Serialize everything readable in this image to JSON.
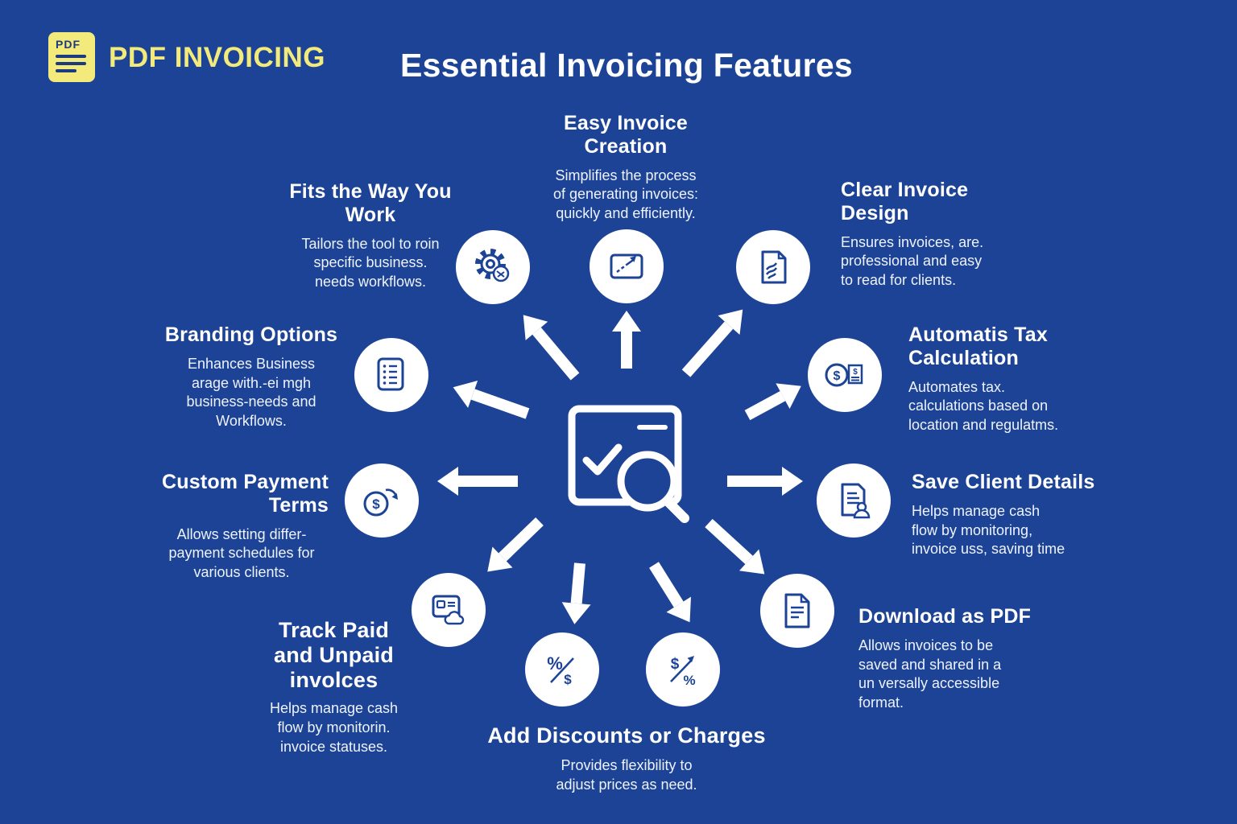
{
  "colors": {
    "background": "#1d4396",
    "accent_yellow": "#f3ea7c",
    "icon_blue": "#1d4396",
    "white": "#ffffff"
  },
  "header": {
    "logo_label": "PDF",
    "brand": "PDF INVOICING",
    "title": "Essential Invoicing Features"
  },
  "icons": {
    "center": "invoice-search-icon",
    "list": [
      "gear-icon",
      "invoice-edit-icon",
      "document-design-icon",
      "tax-calculator-icon",
      "client-document-icon",
      "pdf-document-icon",
      "discount-arrow-icon",
      "discount-percent-icon",
      "track-payments-cloud-icon",
      "payment-refresh-icon",
      "checklist-icon"
    ]
  },
  "features": [
    {
      "key": "easy-invoice-creation",
      "title": "Easy Invoice\nCreation",
      "desc": "Simplifies the process\nof generating invoices:\nquickly and efficiently."
    },
    {
      "key": "clear-invoice-design",
      "title": "Clear Invoice\nDesign",
      "desc": "Ensures invoices, are.\nprofessional and easy\nto read for clients."
    },
    {
      "key": "automatic-tax-calculation",
      "title": "Automatis Tax\nCalculation",
      "desc": "Automates tax.\ncalculations based on\nlocation and regulatms."
    },
    {
      "key": "save-client-details",
      "title": "Save Client Details",
      "desc": "Helps manage cash\nflow by monitoring,\ninvoice uss, saving time"
    },
    {
      "key": "download-as-pdf",
      "title": "Download as PDF",
      "desc": "Allows invoices to be\nsaved and shared in a\nun versally accessible\nformat."
    },
    {
      "key": "add-discounts-or-charges",
      "title": "Add Discounts or Charges",
      "desc": "Provides flexibility to\nadjust prices as need."
    },
    {
      "key": "track-paid-and-unpaid-invoices",
      "title": "Track Paid\nand Unpaid\ninvolces",
      "desc": "Helps manage cash\nflow by monitorin.\ninvoice statuses."
    },
    {
      "key": "custom-payment-terms",
      "title": "Custom Payment\nTerms",
      "desc": "Allows setting differ-\npayment schedules for\nvarious clients."
    },
    {
      "key": "branding-options",
      "title": "Branding Options",
      "desc": "Enhances Business\narage with.-ei mgh\nbusiness-needs and\nWorkflows."
    },
    {
      "key": "fits-the-way-you-work",
      "title": "Fits the Way You\nWork",
      "desc": "Tailors the tool to roin\nspecific business.\nneeds workflows."
    }
  ]
}
